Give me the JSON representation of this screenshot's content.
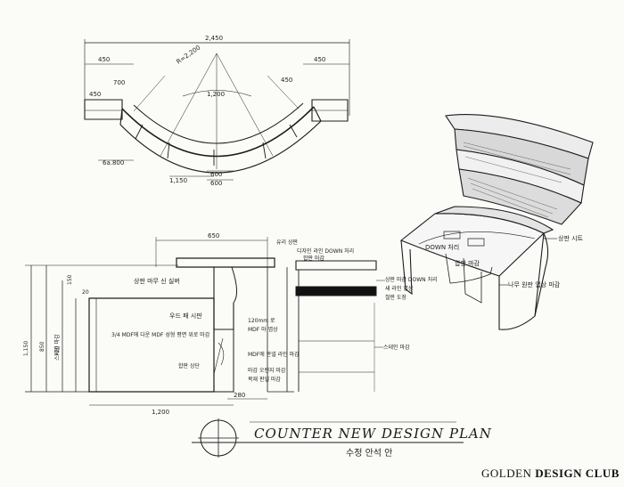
{
  "drawing": {
    "title": "COUNTER NEW DESIGN PLAN",
    "subtitle": "수정 안석 안",
    "brand_prefix": "GOLDEN",
    "brand_rest": "DESIGN CLUB"
  },
  "plan_view": {
    "dims": {
      "overall": "2,450",
      "left_top": "450",
      "right_top": "450",
      "radius": "R=2,200",
      "inner": "1,200",
      "left_depth": "700",
      "right_depth": "450",
      "left_end": "450",
      "left_w": "6a.800",
      "bottom_a": "1,150",
      "bottom_b": "600",
      "bottom_c": "600"
    }
  },
  "section_view": {
    "dims": {
      "top_width": "650",
      "total_height": "1,150",
      "mid_height": "850",
      "front_height": "720",
      "top_offset": "150",
      "small": "20",
      "base_w": "1,200",
      "base_right": "280"
    },
    "notes": [
      "상판 마무 신 실버",
      "우드 패 시판",
      "3/4 MDF에 다운 MDF 성형 평면 위로 마감",
      "120mm 로",
      "MDF 마 엽상",
      "MDF에 판넬 라인 마감",
      "합판 상단",
      "마감 오렌지 마감",
      "목재 판넬 마감",
      "유리 상판",
      "디자인 라인 DOWN 처리",
      "합판 마감",
      "스테인 마감"
    ],
    "right_notes": [
      "상판 마감 DOWN 처리",
      "새 라인 엽상",
      "철판 도장",
      "스테인 마감"
    ]
  },
  "perspective": {
    "labels": [
      "상판 시트",
      "DOWN 처리",
      "합판 마감",
      "나무 원판 엽상 마감"
    ]
  }
}
